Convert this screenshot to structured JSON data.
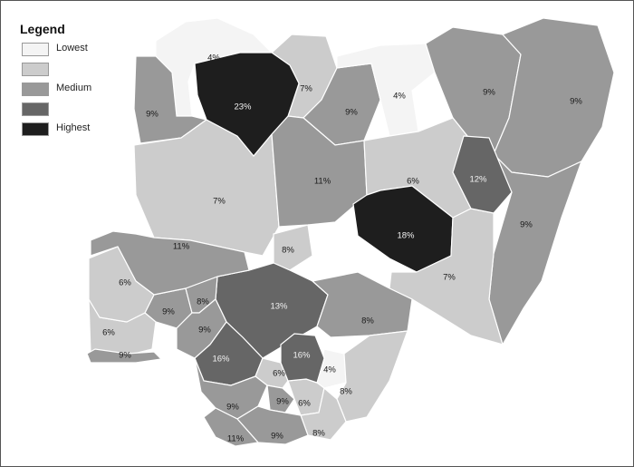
{
  "legend": {
    "title": "Legend",
    "items": [
      {
        "label": "Lowest",
        "color": "#f4f4f4"
      },
      {
        "label": "",
        "color": "#cccccc"
      },
      {
        "label": "Medium",
        "color": "#999999"
      },
      {
        "label": "",
        "color": "#666666"
      },
      {
        "label": "Highest",
        "color": "#1e1e1e"
      }
    ]
  },
  "highlight_colors": {
    "orange": "#e0901e",
    "red": "#d42020",
    "yellow": "#e6e62a"
  },
  "regions": [
    {
      "name": "sokoto",
      "label": "4%",
      "shade": 0,
      "outline": "none"
    },
    {
      "name": "zamfara",
      "label": "23%",
      "shade": 4,
      "outline": "orange"
    },
    {
      "name": "kebbi",
      "label": "9%",
      "shade": 2,
      "outline": "none"
    },
    {
      "name": "katsina",
      "label": "7%",
      "shade": 1,
      "outline": "none"
    },
    {
      "name": "kano",
      "label": "9%",
      "shade": 2,
      "outline": "none"
    },
    {
      "name": "jigawa",
      "label": "4%",
      "shade": 0,
      "outline": "none"
    },
    {
      "name": "yobe",
      "label": "9%",
      "shade": 2,
      "outline": "none"
    },
    {
      "name": "borno",
      "label": "9%",
      "shade": 2,
      "outline": "none"
    },
    {
      "name": "niger",
      "label": "7%",
      "shade": 1,
      "outline": "none"
    },
    {
      "name": "kaduna",
      "label": "11%",
      "shade": 2,
      "outline": "none"
    },
    {
      "name": "bauchi",
      "label": "6%",
      "shade": 1,
      "outline": "none"
    },
    {
      "name": "gombe",
      "label": "12%",
      "shade": 3,
      "outline": "orange"
    },
    {
      "name": "adamawa",
      "label": "9%",
      "shade": 2,
      "outline": "none"
    },
    {
      "name": "plateau",
      "label": "18%",
      "shade": 4,
      "outline": "none"
    },
    {
      "name": "fct",
      "label": "8%",
      "shade": 1,
      "outline": "none"
    },
    {
      "name": "kwara",
      "label": "11%",
      "shade": 2,
      "outline": "orange"
    },
    {
      "name": "taraba",
      "label": "7%",
      "shade": 1,
      "outline": "none"
    },
    {
      "name": "oyo",
      "label": "6%",
      "shade": 1,
      "outline": "orange"
    },
    {
      "name": "kogi",
      "label": "13%",
      "shade": 3,
      "outline": "none"
    },
    {
      "name": "benue",
      "label": "8%",
      "shade": 2,
      "outline": "none"
    },
    {
      "name": "osun",
      "label": "9%",
      "shade": 2,
      "outline": "none"
    },
    {
      "name": "ekiti",
      "label": "8%",
      "shade": 2,
      "outline": "none"
    },
    {
      "name": "ondo",
      "label": "9%",
      "shade": 2,
      "outline": "none"
    },
    {
      "name": "ogun",
      "label": "6%",
      "shade": 1,
      "outline": "none"
    },
    {
      "name": "lagos",
      "label": "9%",
      "shade": 2,
      "outline": "yellow"
    },
    {
      "name": "edo",
      "label": "16%",
      "shade": 3,
      "outline": "none"
    },
    {
      "name": "enugu",
      "label": "16%",
      "shade": 3,
      "outline": "red"
    },
    {
      "name": "ebonyi",
      "label": "4%",
      "shade": 0,
      "outline": "none"
    },
    {
      "name": "anambra",
      "label": "6%",
      "shade": 1,
      "outline": "none"
    },
    {
      "name": "cross-river",
      "label": "8%",
      "shade": 1,
      "outline": "none"
    },
    {
      "name": "delta",
      "label": "9%",
      "shade": 2,
      "outline": "none"
    },
    {
      "name": "imo",
      "label": "9%",
      "shade": 2,
      "outline": "none"
    },
    {
      "name": "abia",
      "label": "6%",
      "shade": 1,
      "outline": "none"
    },
    {
      "name": "akwa-ibom",
      "label": "8%",
      "shade": 1,
      "outline": "none"
    },
    {
      "name": "rivers",
      "label": "9%",
      "shade": 2,
      "outline": "none"
    },
    {
      "name": "bayelsa",
      "label": "11%",
      "shade": 2,
      "outline": "none"
    }
  ]
}
